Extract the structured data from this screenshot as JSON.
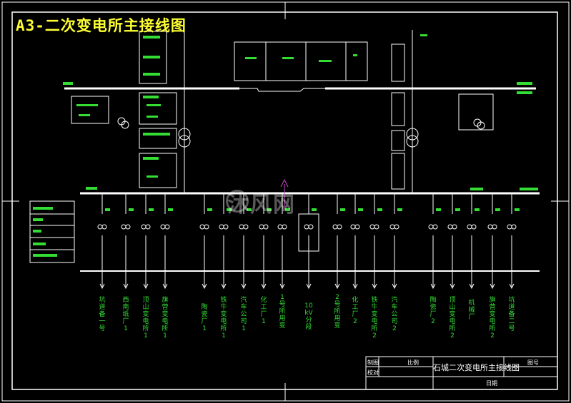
{
  "title": "A3-二次变电所主接线图",
  "colors": {
    "line": "#ffffff",
    "label": "#33dd33",
    "title": "#ffff33",
    "marker": "#cc44cc"
  },
  "watermark": "沐风网",
  "feeders": [
    {
      "label": "坑道备一号"
    },
    {
      "label": "西南纸厂1"
    },
    {
      "label": "顶山变电所1"
    },
    {
      "label": "旗营变电所1"
    },
    {
      "label": "陶瓷厂1"
    },
    {
      "label": "铁牛变电所1"
    },
    {
      "label": "汽车公司1"
    },
    {
      "label": "化工厂1"
    },
    {
      "label": "1号所用变"
    },
    {
      "label": "10kV分段"
    },
    {
      "label": "2号所用变"
    },
    {
      "label": "化工厂2"
    },
    {
      "label": "铁牛变电所2"
    },
    {
      "label": "汽车公司2"
    },
    {
      "label": "陶瓷厂2"
    },
    {
      "label": "顶山变电所2"
    },
    {
      "label": "机械厂"
    },
    {
      "label": "旗营变电所2"
    },
    {
      "label": "坑道备二号"
    }
  ],
  "title_block": {
    "drawing_name": "石城二次变电所主接线图",
    "drawn_label": "制图",
    "check_label": "校对",
    "scale_label": "比例",
    "date_label": "日期",
    "sheet_label": "图号"
  }
}
